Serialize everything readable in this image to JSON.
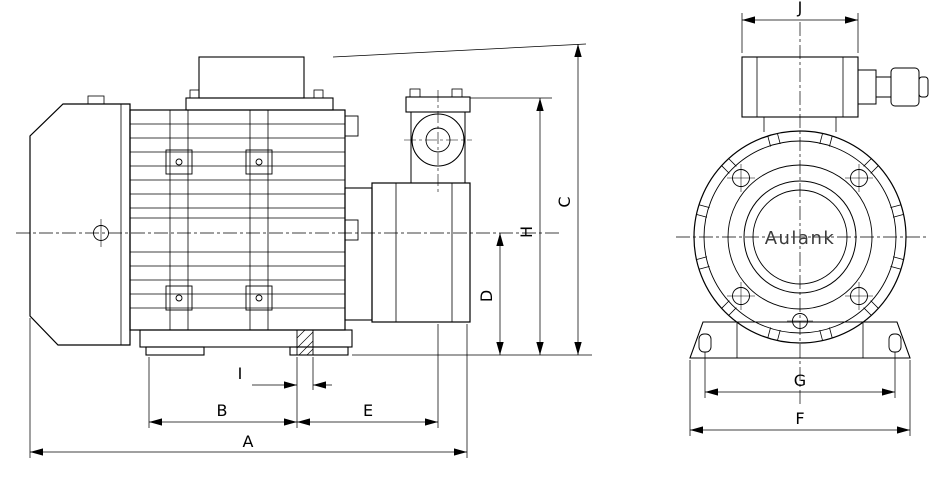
{
  "colors": {
    "line": "#000000",
    "background": "#ffffff",
    "brand_text": "#3c3c3c"
  },
  "front_view": {
    "brand": "Aulank"
  },
  "dimensions": {
    "A": "A",
    "B": "B",
    "C": "C",
    "D": "D",
    "E": "E",
    "F": "F",
    "G": "G",
    "H": "H",
    "I": "I",
    "J": "J"
  }
}
